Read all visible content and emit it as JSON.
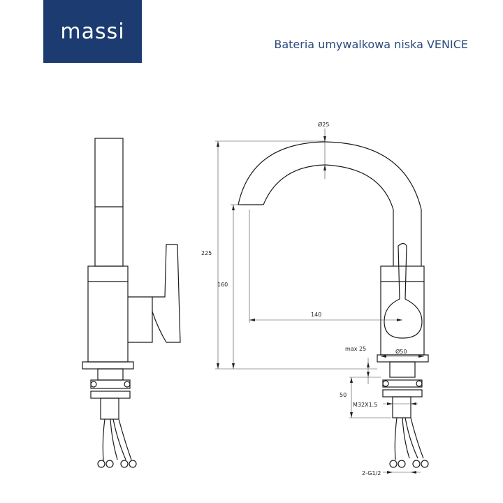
{
  "brand": {
    "logo_text": "massi",
    "color": "#1c3b70"
  },
  "title": "Bateria umywalkowa niska VENICE",
  "title_color": "#2a4a7d",
  "dimensions": {
    "spout_diameter": "Ø25",
    "total_height": "225",
    "spout_height": "160",
    "spout_reach": "140",
    "body_diameter": "Ø50",
    "max_countertop": "max 25",
    "stud_length": "50",
    "thread": "M32X1.5",
    "supply_hoses": "2-G1/2"
  }
}
